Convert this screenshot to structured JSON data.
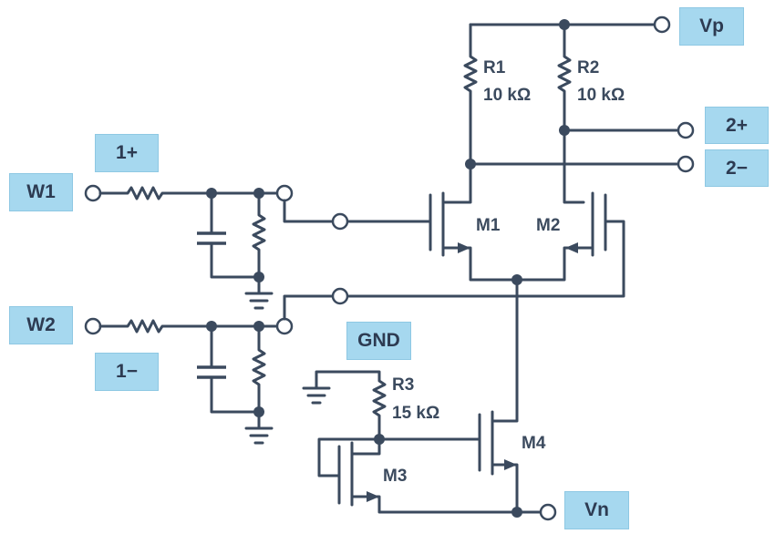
{
  "ports": {
    "vp": "Vp",
    "vn": "Vn",
    "w1": "W1",
    "w2": "W2",
    "in_plus": "1+",
    "in_minus": "1−",
    "out_plus": "2+",
    "out_minus": "2−",
    "gnd": "GND"
  },
  "components": {
    "r1_name": "R1",
    "r1_value": "10 kΩ",
    "r2_name": "R2",
    "r2_value": "10 kΩ",
    "r3_name": "R3",
    "r3_value": "15 kΩ",
    "m1": "M1",
    "m2": "M2",
    "m3": "M3",
    "m4": "M4"
  },
  "colors": {
    "wire": "#3b4a5e",
    "label_box": "#a6d8ef"
  }
}
